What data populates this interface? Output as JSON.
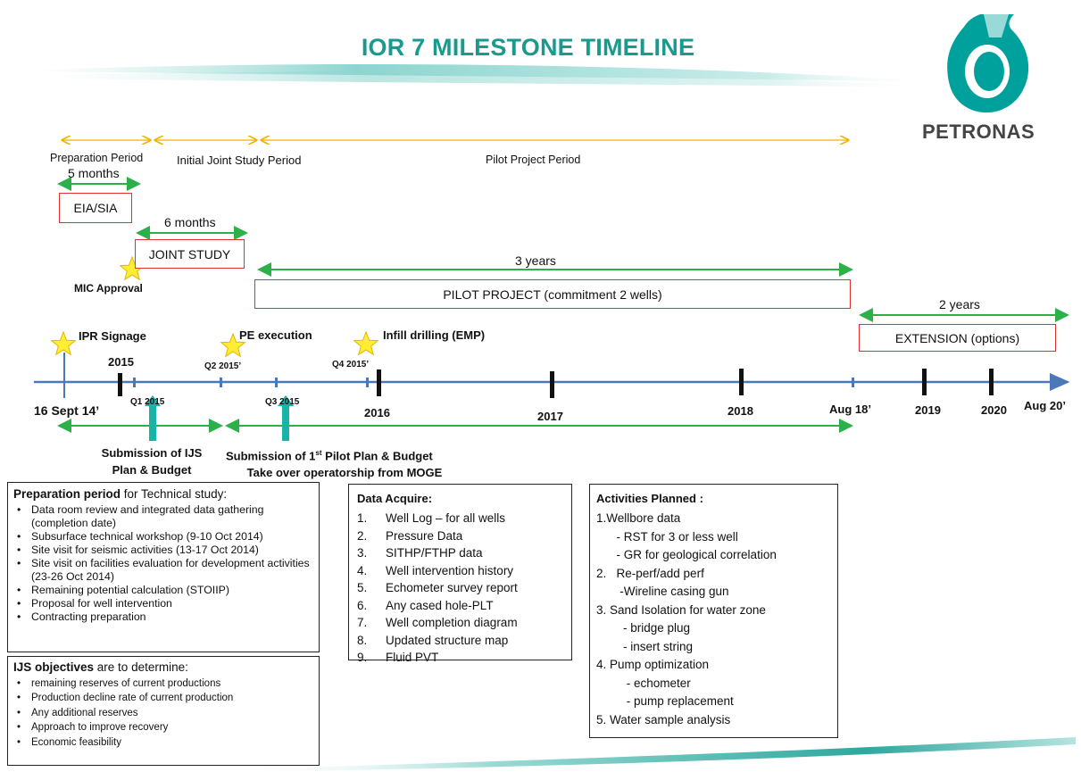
{
  "title": "IOR 7 MILESTONE TIMELINE",
  "logo": {
    "text": "PETRONAS",
    "color": "#00a19c"
  },
  "colors": {
    "accent": "#1a9a8d",
    "box_border": "#e03030",
    "arrow_green": "#2bb04a",
    "arrow_yellow": "#f0b400",
    "axis": "#4a78b8",
    "star": "#ffee33",
    "teal_arrow": "#1bb3a6"
  },
  "periods": {
    "preparation": "Preparation Period",
    "initial_joint": "Initial Joint Study Period",
    "pilot": "Pilot Project Period"
  },
  "durations": {
    "five_months": "5 months",
    "six_months": "6 months",
    "three_years": "3 years",
    "two_years": "2 years"
  },
  "boxes": {
    "eia": "EIA/SIA",
    "joint_study": "JOINT STUDY",
    "pilot_project": "PILOT PROJECT (commitment 2 wells)",
    "extension": "EXTENSION (options)"
  },
  "milestones": {
    "mic": "MIC Approval",
    "ipr": "IPR Signage",
    "pe": "PE execution",
    "infill": "Infill drilling (EMP)"
  },
  "timeline": {
    "start": "16 Sept 14’",
    "y2015": "2015",
    "q1": "Q1 2015",
    "q2": "Q2 2015’",
    "q3": "Q3 2015",
    "q4": "Q4 2015’",
    "y2016": "2016",
    "y2017": "2017",
    "y2018": "2018",
    "aug18": "Aug 18’",
    "y2019": "2019",
    "y2020": "2020",
    "aug20": "Aug 20’"
  },
  "submissions": {
    "ijs_line1": "Submission of IJS",
    "ijs_line2": "Plan & Budget",
    "pilot_pre": "Submission of 1",
    "pilot_sup": "st",
    "pilot_post": " Pilot Plan & Budget",
    "takeover": "Take over operatorship from MOGE"
  },
  "prep_panel": {
    "heading_bold": "Preparation period",
    "heading_rest": " for Technical study:",
    "items": [
      "Data room review and integrated data gathering (completion date)",
      "Subsurface technical workshop (9-10 Oct 2014)",
      "Site visit for seismic activities (13-17 Oct 2014)",
      "Site visit on facilities evaluation for development activities (23-26 Oct 2014)",
      "Remaining potential calculation (STOIIP)",
      "Proposal for well intervention",
      "Contracting preparation"
    ]
  },
  "ijs_panel": {
    "heading_bold": "IJS  objectives",
    "heading_rest": " are to determine:",
    "items": [
      "remaining reserves of current productions",
      "Production decline rate of current production",
      "Any additional reserves",
      "Approach to improve recovery",
      "Economic feasibility"
    ]
  },
  "data_panel": {
    "heading": "Data Acquire:",
    "items": [
      {
        "n": "1.",
        "t": "Well Log – for all wells"
      },
      {
        "n": "2.",
        "t": "Pressure Data"
      },
      {
        "n": "3.",
        "t": "SITHP/FTHP data"
      },
      {
        "n": "4.",
        "t": "Well intervention history"
      },
      {
        "n": "5.",
        "t": "Echometer survey report"
      },
      {
        "n": "6.",
        "t": "Any cased hole-PLT"
      },
      {
        "n": "7.",
        "t": "Well completion diagram"
      },
      {
        "n": "8.",
        "t": "Updated structure map"
      },
      {
        "n": "9.",
        "t": "Fluid PVT"
      }
    ]
  },
  "activities_panel": {
    "heading": "Activities Planned :",
    "lines": [
      "1.Wellbore data",
      "      - RST for 3 or less well",
      "      - GR for geological correlation",
      "2.   Re-perf/add perf",
      "       -Wireline casing gun",
      "3. Sand Isolation for water zone",
      "        - bridge plug",
      "        - insert string",
      "4. Pump optimization",
      "         - echometer",
      "         - pump replacement",
      "5. Water sample analysis"
    ]
  }
}
